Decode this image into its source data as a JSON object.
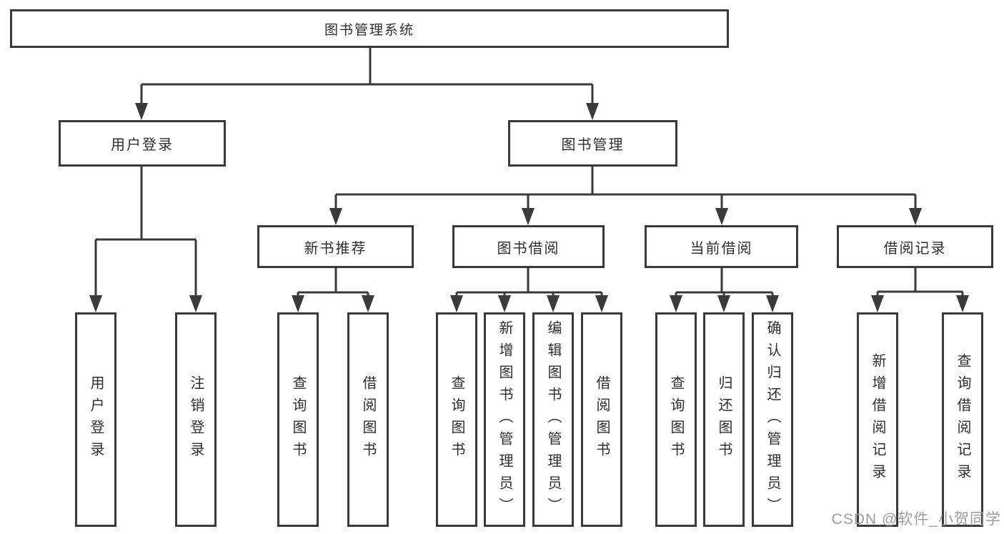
{
  "tree": {
    "root": "图书管理系统",
    "level2": {
      "user_login": "用户登录",
      "book_mgmt": "图书管理"
    },
    "level3": {
      "new_book_rec": "新书推荐",
      "book_borrow": "图书借阅",
      "current_borrow": "当前借阅",
      "borrow_record": "借阅记录"
    },
    "leaves": {
      "login": "用户登录",
      "logout": "注销登录",
      "rec_query": "查询图书",
      "rec_borrow": "借阅图书",
      "bb_query": "查询图书",
      "bb_add": "新增图书（管理员）",
      "bb_edit": "编辑图书（管理员）",
      "bb_borrow": "借阅图书",
      "cb_query": "查询图书",
      "cb_return": "归还图书",
      "cb_confirm": "确认归还（管理员）",
      "br_add": "新增借阅记录",
      "br_query": "查询借阅记录"
    }
  },
  "watermark": {
    "text": "CSDN @软件_小贺同学"
  },
  "colors": {
    "line": "#3a3a3a",
    "box_border": "#3a3a3a",
    "box_fill": "#ffffff",
    "text": "#2e2e2e",
    "watermark": "#9c9c9c"
  }
}
